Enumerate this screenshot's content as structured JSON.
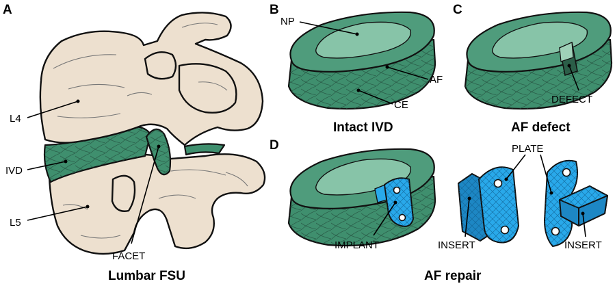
{
  "panels": {
    "a": {
      "letter": "A",
      "caption": "Lumbar FSU",
      "labels": {
        "l4": "L4",
        "ivd": "IVD",
        "l5": "L5",
        "facet": "FACET"
      }
    },
    "b": {
      "letter": "B",
      "caption": "Intact IVD",
      "labels": {
        "np": "NP",
        "af": "AF",
        "ce": "CE"
      }
    },
    "c": {
      "letter": "C",
      "caption": "AF defect",
      "labels": {
        "defect": "DEFECT"
      }
    },
    "d": {
      "letter": "D",
      "caption": "AF repair",
      "labels": {
        "implant": "IMPLANT",
        "plate": "PLATE",
        "insert_left": "INSERT",
        "insert_right": "INSERT"
      }
    }
  },
  "colors": {
    "bone": "#ede0cf",
    "annulus": "#3f8f6e",
    "nucleus": "#87c4a8",
    "implant": "#29a9ea"
  }
}
